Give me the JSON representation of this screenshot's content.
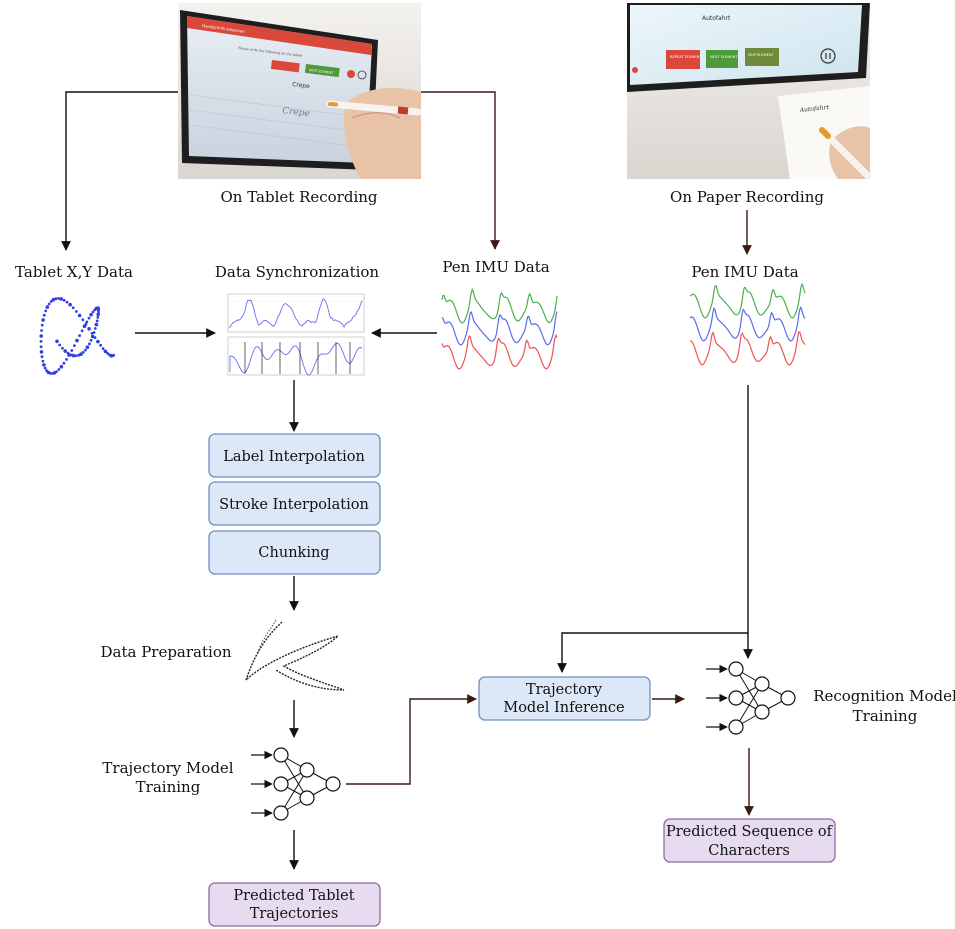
{
  "photos": {
    "tablet_recording": {
      "screen_title": "Handschrift erkennen",
      "prompt_line": "Please write the following on the tablet",
      "button_repeat": "REPEAT ELEMENT",
      "button_next": "NEXT ELEMENT",
      "word": "Crepe",
      "written": "Crepe"
    },
    "paper_recording": {
      "word": "Autofahrt",
      "button_repeat": "REPEAT ELEMENT",
      "button_next": "NEXT ELEMENT",
      "button_skip": "SKIP ELEMENT",
      "written": "Autofahrt"
    }
  },
  "labels": {
    "on_tablet_recording": "On Tablet Recording",
    "on_paper_recording": "On Paper Recording",
    "tablet_xy": "Tablet X,Y Data",
    "data_sync": "Data Synchronization",
    "pen_imu_left": "Pen IMU Data",
    "pen_imu_right": "Pen IMU Data",
    "data_preparation": "Data Preparation",
    "trajectory_training_1": "Trajectory Model",
    "trajectory_training_2": "Training",
    "recognition_training_1": "Recognition Model",
    "recognition_training_2": "Training"
  },
  "boxes": {
    "label_interpolation": "Label Interpolation",
    "stroke_interpolation": "Stroke Interpolation",
    "chunking": "Chunking",
    "trajectory_inference_1": "Trajectory",
    "trajectory_inference_2": "Model Inference",
    "predicted_tablet_1": "Predicted Tablet",
    "predicted_tablet_2": "Trajectories",
    "predicted_sequence_1": "Predicted Sequence of",
    "predicted_sequence_2": "Characters"
  },
  "colors": {
    "box_blue_fill": "#dce8f7",
    "box_blue_stroke": "#6d8fc2",
    "box_purple_fill": "#e7dcef",
    "box_purple_stroke": "#8d6aa4",
    "imu_green": "#4caf50",
    "imu_blue": "#5b6bf0",
    "imu_red": "#ef5350",
    "app_red": "#d9483b",
    "app_green": "#4f9a3a"
  }
}
